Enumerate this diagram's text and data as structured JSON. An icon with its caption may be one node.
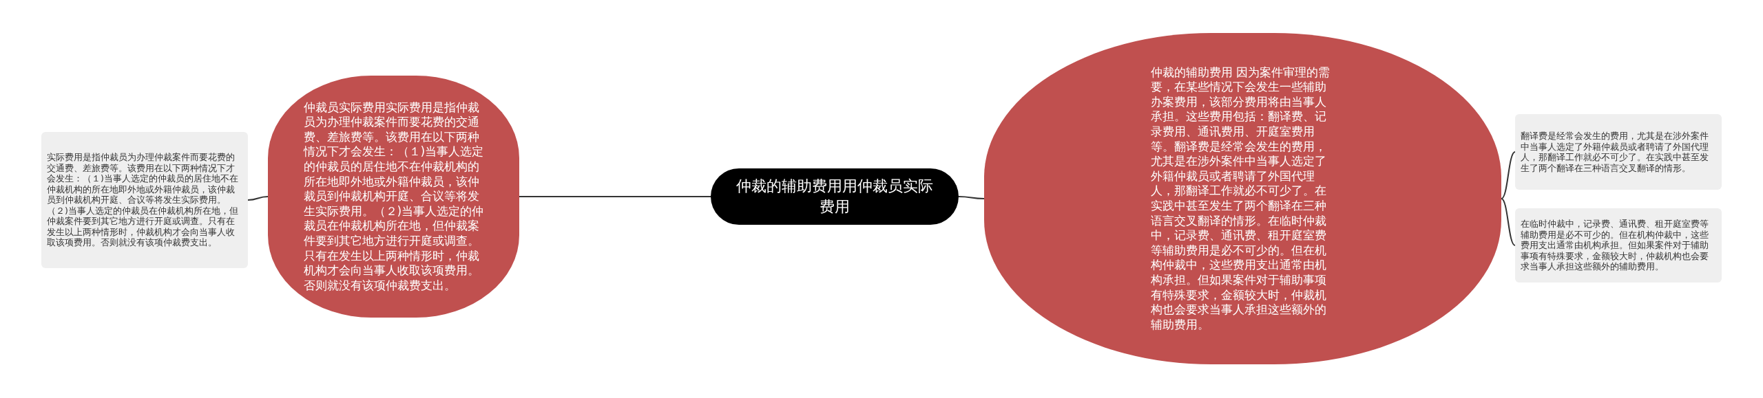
{
  "diagram": {
    "nodes": [
      {
        "text": [
          "仲裁的辅助费用用仲裁员实际费用"
        ]
      },
      {
        "text": [
          "仲裁员实际费用实际费用是指仲裁员为办理仲裁案件而要花费的交通费、差旅费等。该费用在以下两种情况下才会发生：（１)当事人选定的仲裁员的居住地不在仲裁机构的所在地即外地或外籍仲裁员，该仲裁员到仲裁机构开庭、合议等将发生实际费用。（２)当事人选定的仲裁员在仲裁机构所在地，但仲裁案件要到其它地方进行开庭或调查。只有在发生以上两种情形时，仲裁机构才会向当事人收取该项费用。否则就没有该项仲裁费支出。"
        ]
      },
      {
        "text": [
          "实际费用是指仲裁员为办理仲裁案件而要花费的交通费、差旅费等。该费用在以下两种情况下才会发生：（１)当事人选定的仲裁员的居住地不在仲裁机构的所在地即外地或外籍仲裁员，该仲裁员到仲裁机构开庭、合议等将发生实际费用。（２)当事人选定的仲裁员在仲裁机构所在地，但仲裁案件要到其它地方进行开庭或调查。只有在发生以上两种情形时，仲裁机构才会向当事人收取该项费用。否则就没有该项仲裁费支出。"
        ]
      },
      {
        "text": [
          "仲裁的辅助费用 因为案件审理的需要，在某些情况下会发生一些辅助办案费用，该部分费用将由当事人承担。这些费用包括：翻译费、记录费用、通讯费用、开庭室费用等。翻译费是经常会发生的费用，尤其是在涉外案件中当事人选定了外籍仲裁员或者聘请了外国代理人，那翻译工作就必不可少了。在实践中甚至发生了两个翻译在三种语言交叉翻译的情形。在临时仲裁中，记录费、通讯费、租开庭室费等辅助费用是必不可少的。但在机构仲裁中，这些费用支出通常由机构承担。但如果案件对于辅助事项有特殊要求，金额较大时，仲裁机构也会要求当事人承担这些额外的辅助费用。"
        ]
      },
      {
        "text": [
          "翻译费是经常会发生的费用，尤其是在涉外案件中当事人选定了外籍仲裁员或者聘请了外国代理人，那翻译工作就必不可少了。在实践中甚至发生了两个翻译在三种语言交叉翻译的情形。"
        ]
      },
      {
        "text": [
          "在临时仲裁中，记录费、通讯费、租开庭室费等辅助费用是必不可少的。但在机构仲裁中，这些费用支出通常由机构承担。但如果案件对于辅助事项有特殊要求，金额较大时，仲裁机构也会要求当事人承担这些额外的辅助费用。"
        ]
      }
    ],
    "edges": [
      {
        "from": 0,
        "to": 1,
        "arrow": "none"
      },
      {
        "from": 1,
        "to": 2,
        "arrow": "none"
      },
      {
        "from": 0,
        "to": 3,
        "arrow": "none"
      },
      {
        "from": 3,
        "to": 4,
        "arrow": "none"
      },
      {
        "from": 3,
        "to": 5,
        "arrow": "none"
      }
    ]
  }
}
